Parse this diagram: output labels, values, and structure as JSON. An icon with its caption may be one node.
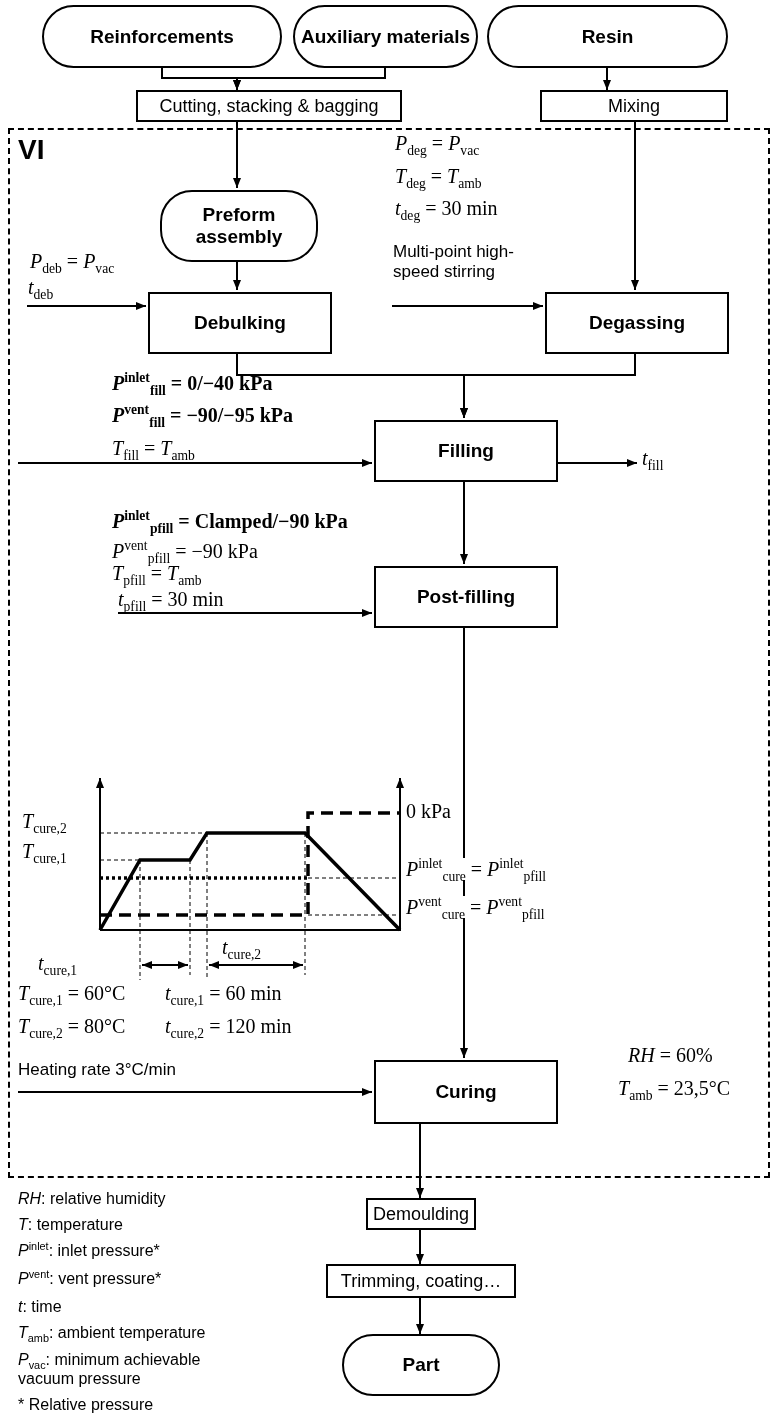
{
  "diagram": {
    "nodes": [
      {
        "text": [
          "Reinforcements"
        ]
      },
      {
        "text": [
          "Auxiliary materials"
        ]
      },
      {
        "text": [
          "Resin"
        ]
      },
      {
        "text": [
          "Cutting, stacking & bagging"
        ]
      },
      {
        "text": [
          "Mixing"
        ]
      },
      {
        "text": [
          "VI"
        ]
      },
      {
        "text": [
          "Preform assembly"
        ],
        "in": 5
      },
      {
        "text": [
          "Debulking"
        ],
        "in": 5
      },
      {
        "text": [
          "Degassing"
        ],
        "in": 5
      },
      {
        "text": [
          "Filling"
        ],
        "in": 5
      },
      {
        "text": [
          "Post-filling"
        ],
        "in": 5
      },
      {
        "text": [
          "Curing"
        ],
        "in": 5
      },
      {
        "text": [
          "Demoulding"
        ]
      },
      {
        "text": [
          "Trimming, coating…"
        ]
      },
      {
        "text": [
          "Part"
        ]
      }
    ],
    "edges": [
      {
        "from": 0,
        "to": 3,
        "arrow": "to"
      },
      {
        "from": 1,
        "to": 3,
        "arrow": "to"
      },
      {
        "from": 2,
        "to": 4,
        "arrow": "to"
      },
      {
        "from": 3,
        "to": 6,
        "arrow": "to"
      },
      {
        "from": 4,
        "to": 8,
        "arrow": "to"
      },
      {
        "from": 6,
        "to": 7,
        "arrow": "to"
      },
      {
        "from": null,
        "to": 7,
        "arrow": "to",
        "label": "*t*$_{deb}$"
      },
      {
        "from": null,
        "to": 8,
        "arrow": "to",
        "label": "Multi-point high-speed stirring"
      },
      {
        "from": 7,
        "to": 9,
        "arrow": "to"
      },
      {
        "from": 8,
        "to": 9,
        "arrow": "to"
      },
      {
        "from": null,
        "to": 9,
        "arrow": "to",
        "label": "*T*$_{fill}$ = *T*$_{amb}$"
      },
      {
        "from": 9,
        "to": null,
        "arrow": "to",
        "label": "*t*$_{fill}$"
      },
      {
        "from": 9,
        "to": 10,
        "arrow": "to"
      },
      {
        "from": null,
        "to": 10,
        "arrow": "to",
        "label": "*t*$_{pfill}$ = 30 min"
      },
      {
        "from": 10,
        "to": 11,
        "arrow": "to"
      },
      {
        "from": null,
        "to": 11,
        "arrow": "to",
        "label": "Heating rate 3°C/min"
      },
      {
        "from": 11,
        "to": 12,
        "arrow": "to"
      },
      {
        "from": 12,
        "to": 13,
        "arrow": "to"
      },
      {
        "from": 13,
        "to": 14,
        "arrow": "to"
      }
    ],
    "labels": [
      "*P*$_{deb}$ = *P*$_{vac}$",
      "*P*$_{deg}$ = *P*$_{vac}$",
      "*T*$_{deg}$ = *T*$_{amb}$",
      "*t*$_{deg}$ = 30 min",
      "*P*$^{inlet}$$_{fill}$ = 0/−40 kPa",
      "*P*$^{vent}$$_{fill}$ = −90/−95 kPa",
      "*P*$^{inlet}$$_{pfill}$ = Clamped/−90 kPa",
      "*P*$^{vent}$$_{pfill}$ = −90 kPa",
      "*T*$_{pfill}$ = *T*$_{amb}$",
      "*T*$_{cure,2}$",
      "*T*$_{cure,1}$",
      "0 kPa",
      "*P*$^{inlet}$$_{cure}$ = *P*$^{inlet}$$_{pfill}$",
      "*P*$^{vent}$$_{cure}$ = *P*$^{vent}$$_{pfill}$",
      "*t*$_{cure,1}$",
      "*t*$_{cure,2}$",
      "*T*$_{cure,1}$ = 60°C",
      "*t*$_{cure,1}$ = 60 min",
      "*T*$_{cure,2}$ = 80°C",
      "*t*$_{cure,2}$ = 120 min",
      "*RH* = 60%",
      "*T*$_{amb}$ = 23,5°C",
      "*RH*: relative humidity",
      "*T*: temperature",
      "*P*$^{inlet}$: inlet pressure*",
      "*P*$^{vent}$: vent pressure*",
      "*t*: time",
      "*T*$_{amb}$: ambient temperature",
      "*P*$_{vac}$: minimum achievable vacuum pressure",
      "* Relative pressure"
    ]
  }
}
